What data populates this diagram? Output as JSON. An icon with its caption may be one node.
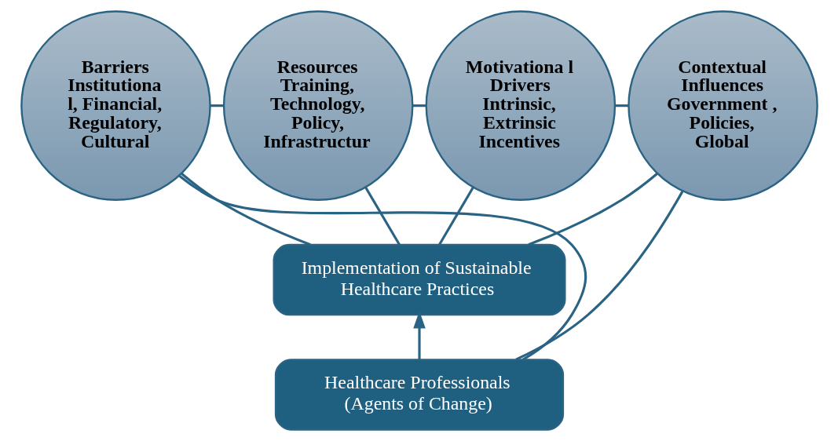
{
  "diagram": {
    "nodes": [
      {
        "text": [
          "Barriers",
          "Institutiona l, Financial, Regulatory, Cultural"
        ]
      },
      {
        "text": [
          "Resources",
          "Training, Technology, Policy, Infrastructur"
        ]
      },
      {
        "text": [
          "Motivationa l Drivers",
          "Intrinsic, Extrinsic Incentives"
        ]
      },
      {
        "text": [
          "Contextual Influences",
          "Government , Policies, Global"
        ]
      },
      {
        "text": [
          "Implementation of Sustainable Healthcare Practices"
        ]
      },
      {
        "text": [
          "Healthcare Professionals (Agents of Change)"
        ]
      }
    ],
    "edges": [
      {
        "from": 0,
        "to": 1,
        "arrow": "none"
      },
      {
        "from": 1,
        "to": 2,
        "arrow": "none"
      },
      {
        "from": 2,
        "to": 3,
        "arrow": "none"
      },
      {
        "from": 0,
        "to": 4,
        "arrow": "none"
      },
      {
        "from": 1,
        "to": 4,
        "arrow": "none"
      },
      {
        "from": 2,
        "to": 4,
        "arrow": "none"
      },
      {
        "from": 3,
        "to": 4,
        "arrow": "none"
      },
      {
        "from": 5,
        "to": 4,
        "arrow": "to"
      },
      {
        "from": 5,
        "to": 0,
        "arrow": "none"
      },
      {
        "from": 5,
        "to": 3,
        "arrow": "none"
      }
    ]
  }
}
